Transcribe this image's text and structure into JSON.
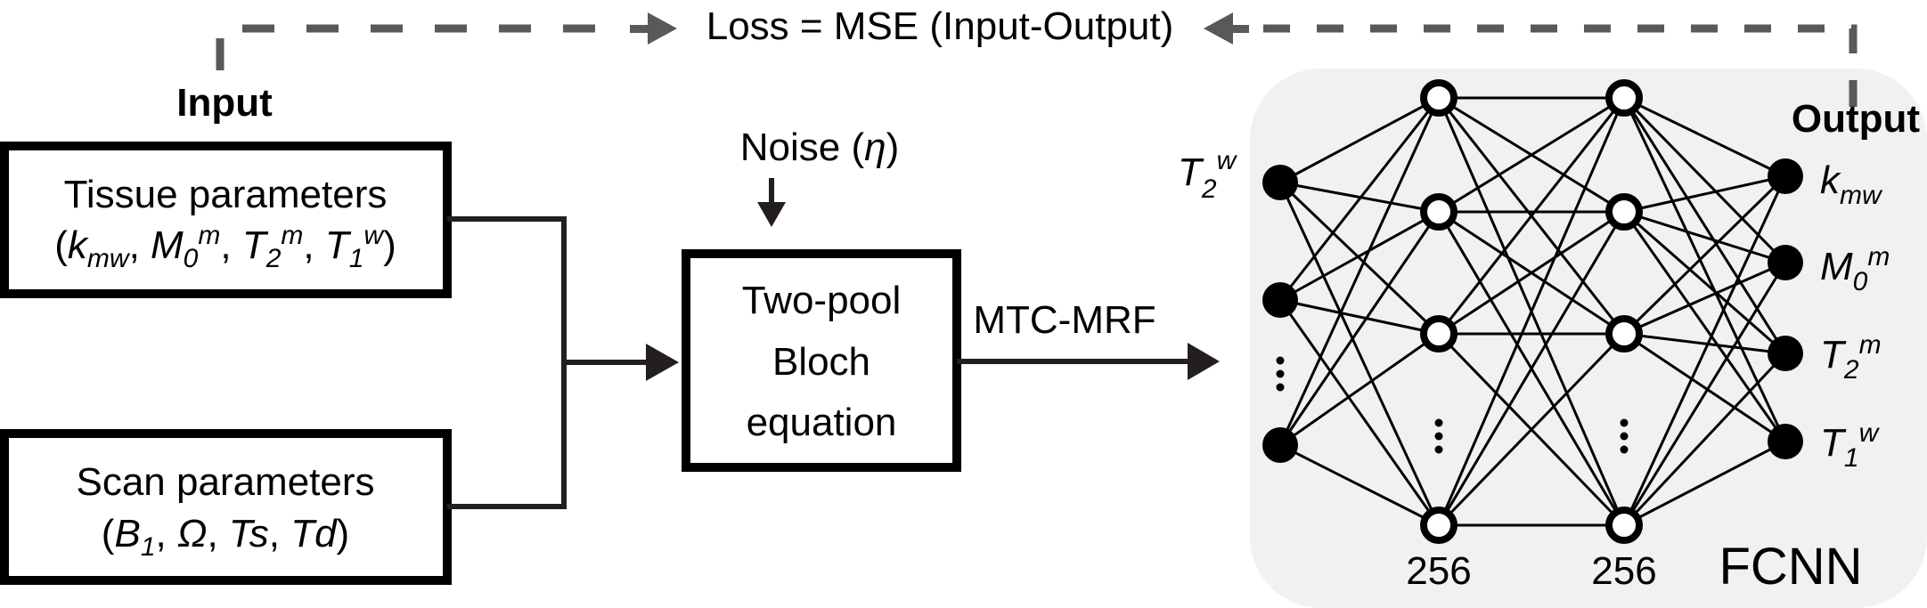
{
  "loss": {
    "label": "Loss = MSE (Input-Output)",
    "color": "#58595b"
  },
  "input_section": {
    "heading": "Input",
    "tissue_box": {
      "title": "Tissue parameters",
      "params": [
        {
          "base": "k",
          "sub": "mw",
          "sup": ""
        },
        {
          "base": "M",
          "sub": "0",
          "sup": "m"
        },
        {
          "base": "T",
          "sub": "2",
          "sup": "m"
        },
        {
          "base": "T",
          "sub": "1",
          "sup": "w"
        }
      ]
    },
    "scan_box": {
      "title": "Scan parameters",
      "params": [
        {
          "base": "B",
          "sub": "1",
          "sup": ""
        },
        {
          "base": "Ω",
          "sub": "",
          "sup": ""
        },
        {
          "base": "Ts",
          "sub": "",
          "sup": ""
        },
        {
          "base": "Td",
          "sub": "",
          "sup": ""
        }
      ]
    }
  },
  "noise": {
    "label": "Noise (",
    "symbol": "η",
    "close": ")"
  },
  "bloch_box": {
    "lines": [
      "Two-pool",
      "Bloch",
      "equation"
    ]
  },
  "signal_label": "MTC-MRF",
  "network": {
    "name": "FCNN",
    "background": "#f1f1f1",
    "input_label": {
      "base": "T",
      "sub": "2",
      "sup": "w"
    },
    "input_visible_nodes": 3,
    "hidden_layers": [
      {
        "size_label": "256",
        "visible_nodes": 4
      },
      {
        "size_label": "256",
        "visible_nodes": 4
      }
    ],
    "output_heading": "Output",
    "outputs": [
      {
        "base": "k",
        "sub": "mw",
        "sup": ""
      },
      {
        "base": "M",
        "sub": "0",
        "sup": "m"
      },
      {
        "base": "T",
        "sub": "2",
        "sup": "m"
      },
      {
        "base": "T",
        "sub": "1",
        "sup": "w"
      }
    ],
    "ellipsis": "⋮"
  },
  "colors": {
    "line": "#231f20",
    "dashed": "#58595b",
    "panel": "#f1f1f1"
  }
}
